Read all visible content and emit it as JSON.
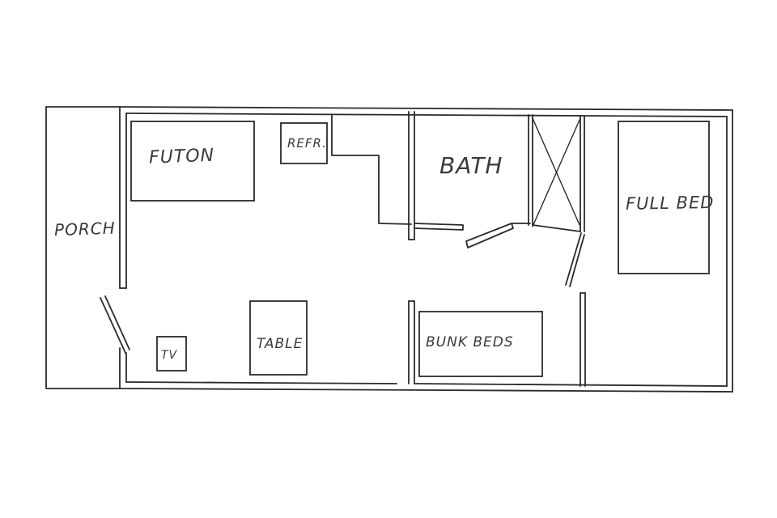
{
  "labels": {
    "porch": "PORCH",
    "futon": "FUTON",
    "refrigerator": "REFR.",
    "bath": "BATH",
    "full_bed": "FULL BED",
    "tv": "TV",
    "table": "TABLE",
    "bunk_beds": "BUNK BEDS"
  },
  "colors": {
    "line": "#2a2a2a",
    "text": "#3a3a3a",
    "background": "#ffffff"
  }
}
